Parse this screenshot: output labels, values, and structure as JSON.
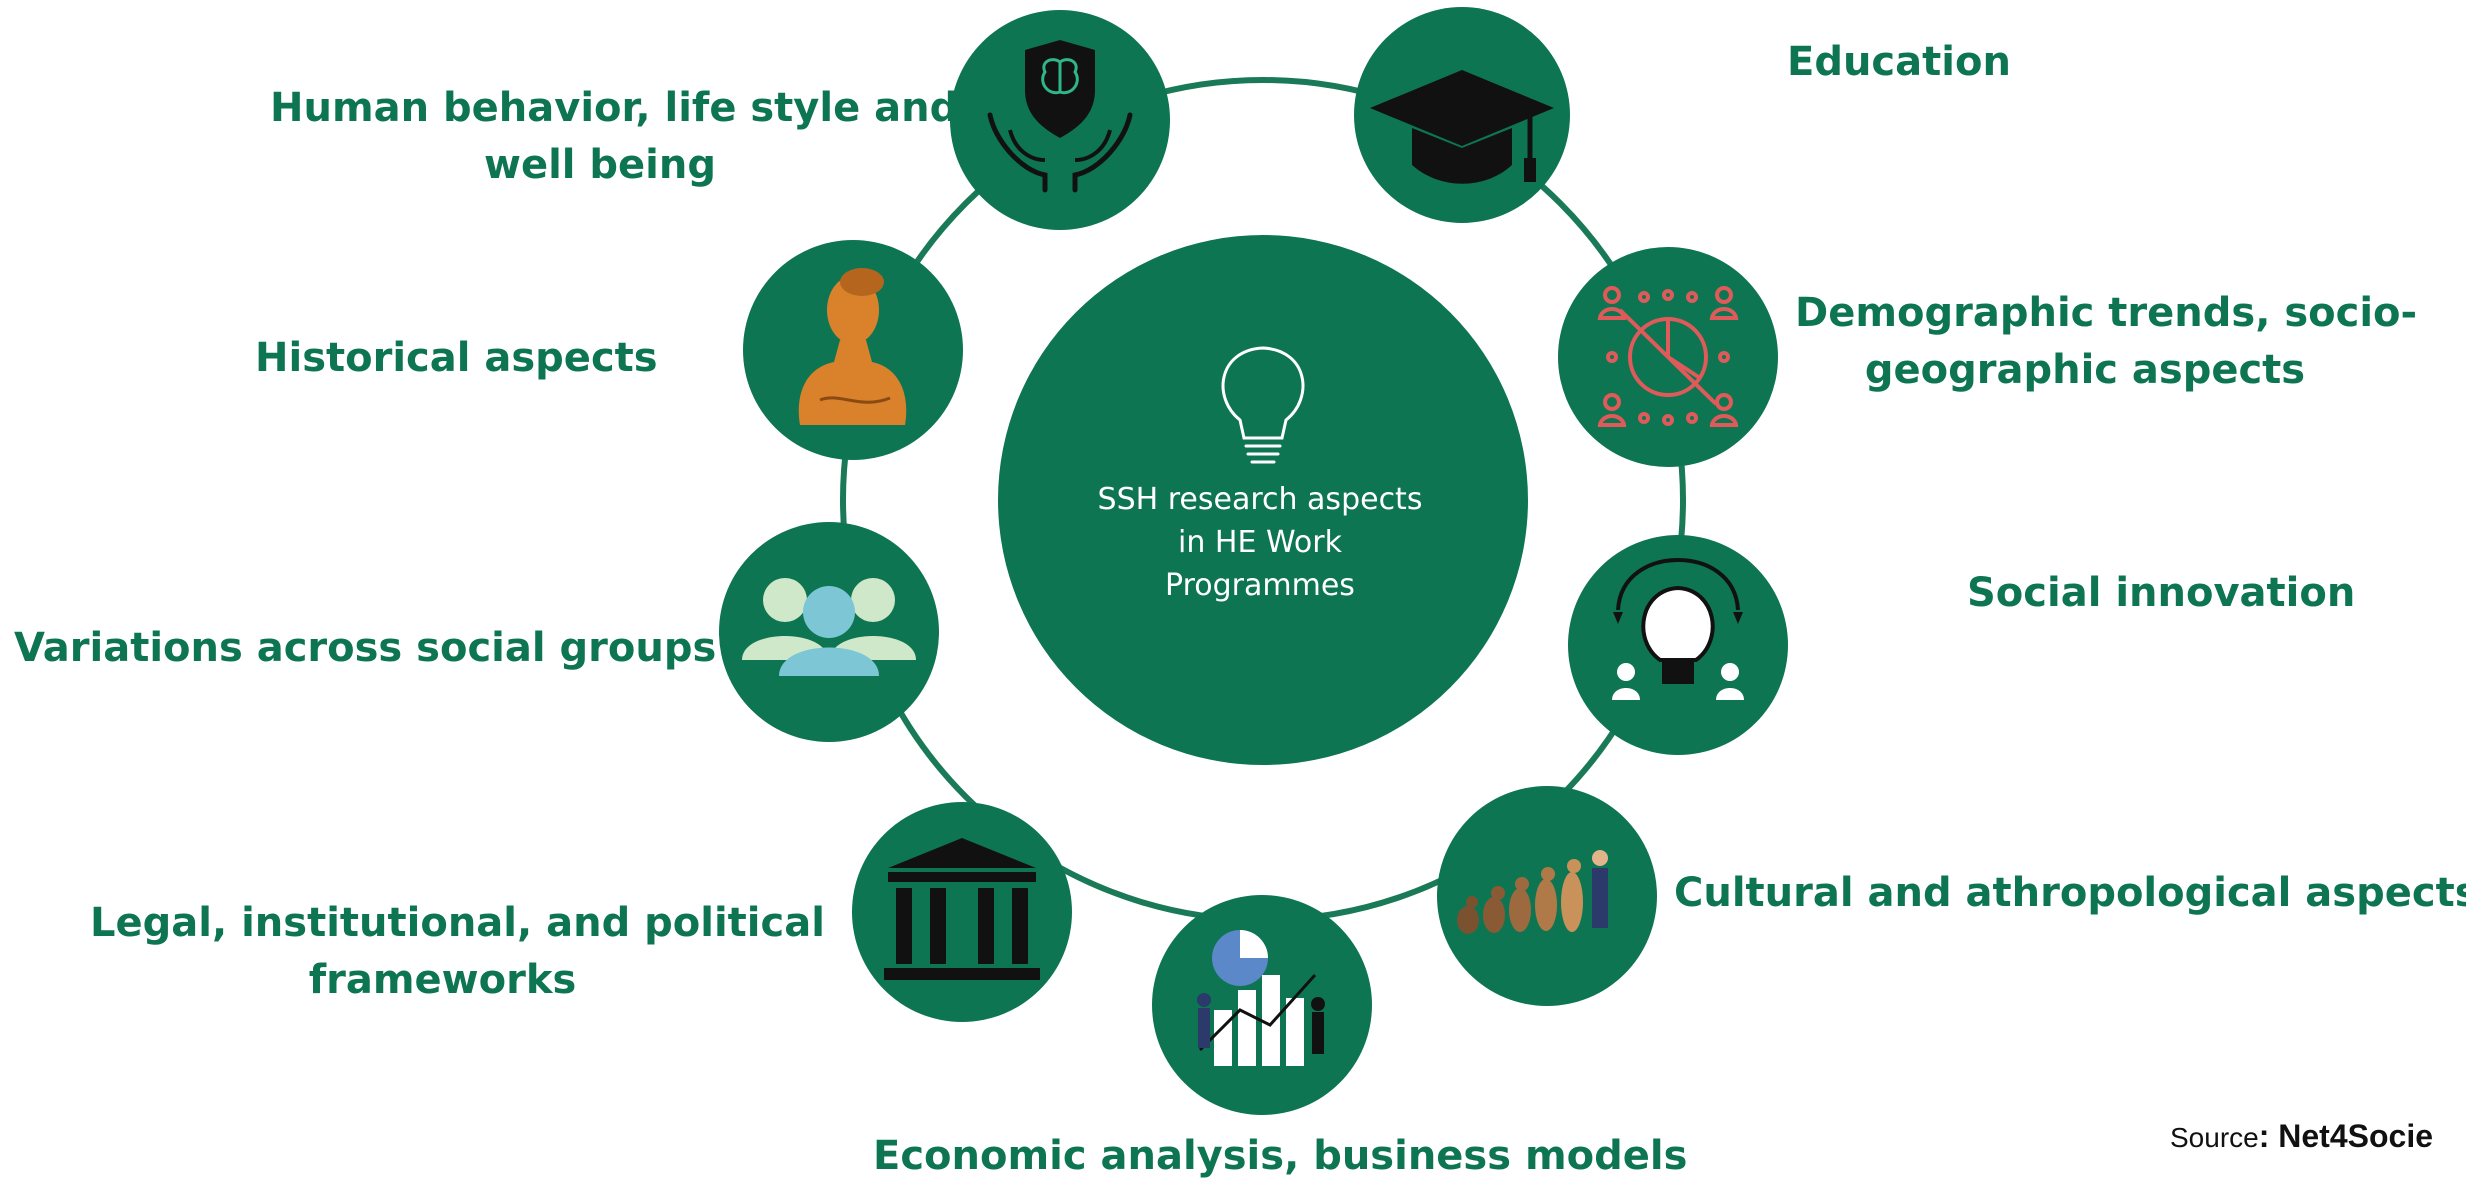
{
  "center": {
    "title_lines": [
      "SSH research aspects",
      "in HE Work",
      "Programmes"
    ],
    "icon": "lightbulb-outline-icon"
  },
  "colors": {
    "primary_green": "#0e7553",
    "label_green": "#0e7553",
    "ring_line": "#1a7a58",
    "background": "#ffffff"
  },
  "aspects": {
    "human": {
      "lines": [
        "Human behavior, life style and",
        "well being"
      ],
      "icon": "brain-in-hands-icon"
    },
    "education": {
      "lines": [
        "Education"
      ],
      "icon": "graduation-cap-icon"
    },
    "historical": {
      "lines": [
        "Historical aspects"
      ],
      "icon": "bust-statue-icon"
    },
    "demographic": {
      "lines": [
        "Demographic trends, socio-",
        "geographic aspects"
      ],
      "icon": "people-pie-chart-icon"
    },
    "social_innovation": {
      "lines": [
        "Social innovation"
      ],
      "icon": "idea-exchange-icon"
    },
    "variations": {
      "lines": [
        "Variations across social groups"
      ],
      "icon": "group-people-icon"
    },
    "cultural": {
      "lines": [
        "Cultural and athropological aspects"
      ],
      "icon": "human-evolution-icon"
    },
    "legal": {
      "lines": [
        "Legal, institutional, and political",
        "frameworks"
      ],
      "icon": "institution-building-icon"
    },
    "economic": {
      "lines": [
        "Economic analysis, business models"
      ],
      "icon": "business-chart-icon"
    }
  },
  "source": {
    "prefix": "Source",
    "name": ": Net4Socie"
  }
}
